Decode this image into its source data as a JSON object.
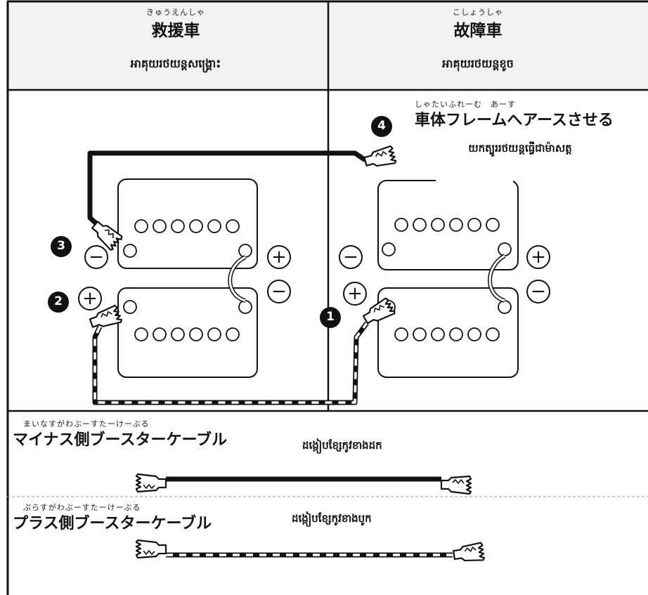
{
  "rescue": {
    "ruby": "きゅうえんしゃ",
    "title": "救援車",
    "khmer": "អាគុយរថយន្តសង្គ្រោះ"
  },
  "broken": {
    "ruby": "こしょうしゃ",
    "title": "故障車",
    "khmer": "អាគុយរថយន្តខូច"
  },
  "ground": {
    "ruby": "しゃたいふれーむ　あーす",
    "title": "車体フレームへアースさせる",
    "khmer": "យកត្បូររថយន្តធ្វើជាម៉ាសត្ត"
  },
  "minus_cable": {
    "ruby": "まいなすがわぶーすたーけーぶる",
    "title": "マイナス側ブースターケーブル",
    "khmer": "ដង្កៀបខ្សែកូវខាងដក"
  },
  "plus_cable": {
    "ruby": "ぷらすがわぶーすたーけーぶる",
    "title": "プラス側ブースターケーブル",
    "khmer": "ដង្កៀបខ្សែកូវខាងបូក"
  },
  "steps": [
    "1",
    "2",
    "3",
    "4"
  ],
  "terminals": {
    "plus": "+",
    "minus": "−"
  },
  "colors": {
    "line": "#111111",
    "fill": "#ffffff",
    "header_bg": "#f2f2f2",
    "dashed": "#999999"
  }
}
